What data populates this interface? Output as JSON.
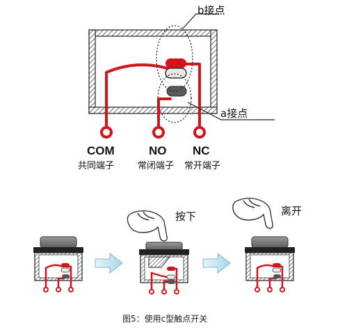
{
  "labels": {
    "b_contact": "b接点",
    "a_contact": "a接点",
    "com": "COM",
    "no": "NO",
    "nc": "NC",
    "com_cn": "共同端子",
    "no_cn": "常闭端子",
    "nc_cn": "常开端子",
    "press": "按下",
    "release": "离开",
    "caption": "图5：使用c型触点开关"
  },
  "colors": {
    "wire": "#d4141c",
    "hatch": "#555555",
    "outline": "#222222",
    "contact_dark": "#5a5a5a",
    "arrow_fill": "#bfe3ee",
    "arrow_stroke": "#7fb7c8",
    "cap": "#7b7b7b"
  },
  "icons": {
    "hand": "pointing-hand-icon",
    "arrow": "right-arrow-icon"
  }
}
